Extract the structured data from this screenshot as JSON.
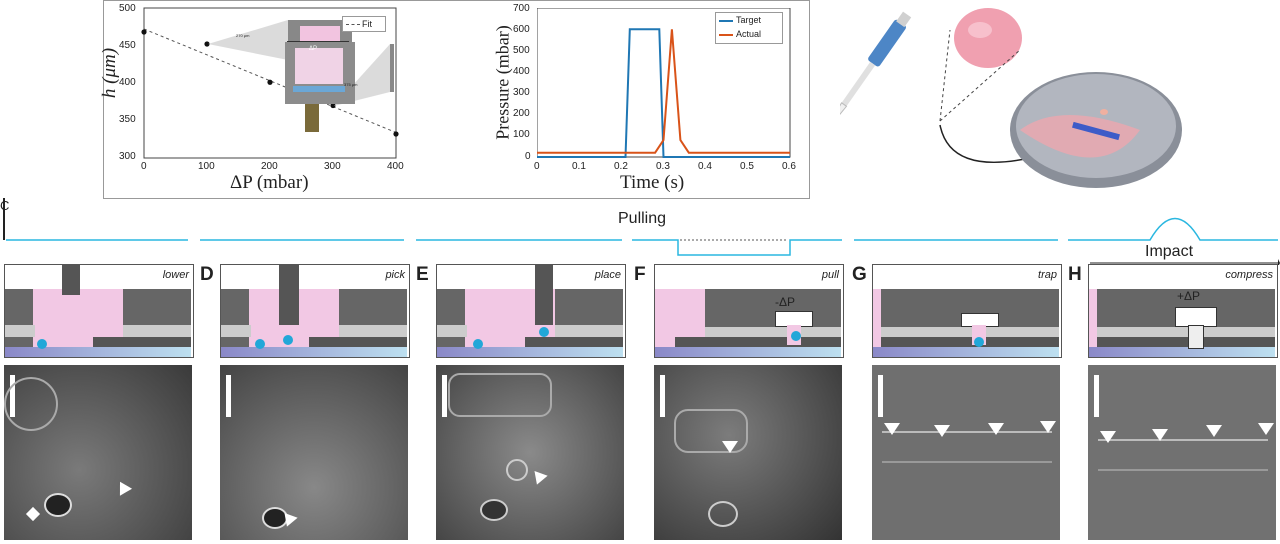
{
  "chartA": {
    "xlabel": "ΔP (mbar)",
    "ylabel": "h (μm)",
    "xticks": [
      "0",
      "100",
      "200",
      "300",
      "400"
    ],
    "yticks": [
      "500",
      "450",
      "400",
      "350",
      "300"
    ],
    "legend": "Fit",
    "inset1_dim": "270 μm",
    "inset2_dim": "375 μm",
    "inset2_label": "ΔP"
  },
  "chartB": {
    "xlabel": "Time (s)",
    "ylabel": "Pressure (mbar)",
    "xticks": [
      "0",
      "0.1",
      "0.2",
      "0.3",
      "0.4",
      "0.5",
      "0.6"
    ],
    "yticks": [
      "700",
      "600",
      "500",
      "400",
      "300",
      "200",
      "100",
      "0"
    ],
    "legend": [
      "Target",
      "Actual"
    ],
    "colors": {
      "target": "#1f77b4",
      "actual": "#d95319"
    }
  },
  "chart_data": [
    {
      "type": "scatter",
      "xlabel": "ΔP (mbar)",
      "ylabel": "h (μm)",
      "xlim": [
        0,
        400
      ],
      "ylim": [
        300,
        500
      ],
      "series": [
        {
          "name": "",
          "x": [
            0,
            100,
            200,
            300,
            400
          ],
          "y": [
            468,
            452,
            401,
            370,
            332
          ]
        },
        {
          "name": "Fit",
          "x": [
            0,
            400
          ],
          "y": [
            472,
            334
          ]
        }
      ]
    },
    {
      "type": "line",
      "xlabel": "Time (s)",
      "ylabel": "Pressure (mbar)",
      "xlim": [
        0,
        0.6
      ],
      "ylim": [
        0,
        700
      ],
      "series": [
        {
          "name": "Target",
          "x": [
            0,
            0.21,
            0.22,
            0.29,
            0.3,
            0.6
          ],
          "y": [
            0,
            0,
            600,
            600,
            0,
            0
          ]
        },
        {
          "name": "Actual",
          "x": [
            0,
            0.28,
            0.3,
            0.32,
            0.34,
            0.36,
            0.6
          ],
          "y": [
            20,
            20,
            80,
            600,
            80,
            20,
            20
          ]
        }
      ]
    }
  ],
  "timeline": {
    "pulling": "Pulling",
    "impact": "Impact",
    "c_label": "C"
  },
  "panels": [
    {
      "letter": "",
      "name": "lower"
    },
    {
      "letter": "D",
      "name": "pick"
    },
    {
      "letter": "E",
      "name": "place"
    },
    {
      "letter": "F",
      "name": "pull"
    },
    {
      "letter": "G",
      "name": "trap"
    },
    {
      "letter": "H",
      "name": "compress"
    }
  ],
  "diagram_labels": {
    "minus_dp": "-ΔP",
    "plus_dp": "+ΔP"
  }
}
